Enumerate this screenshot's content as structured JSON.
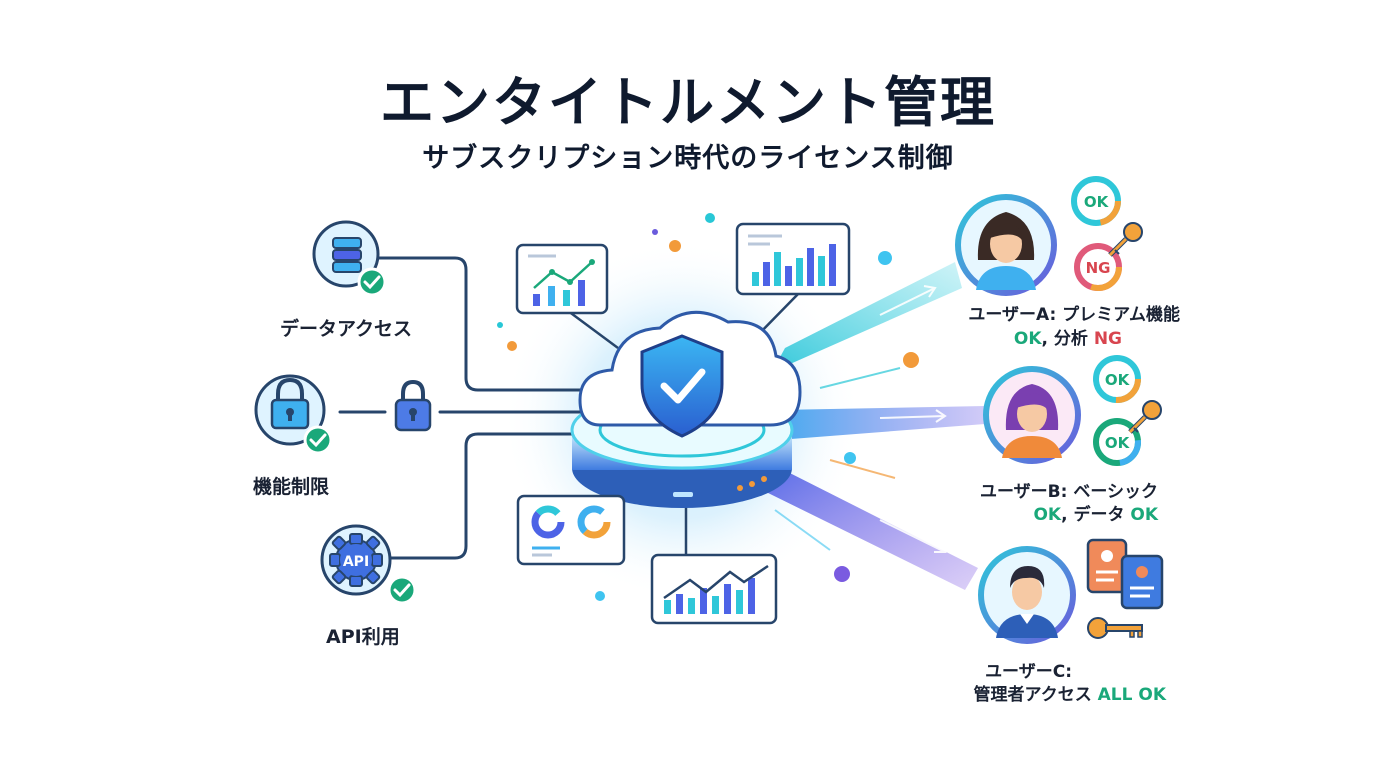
{
  "title": "エンタイトルメント管理",
  "subtitle": "サブスクリプション時代のライセンス制御",
  "left_nodes": [
    {
      "label": "データアクセス",
      "icon": "database-icon"
    },
    {
      "label": "機能制限",
      "icon": "lock-icon"
    },
    {
      "label": "API利用",
      "icon": "api-gear-icon",
      "icon_text": "API"
    }
  ],
  "users": [
    {
      "label_line1": "ユーザーA: プレミアム機能",
      "line2_ok": "OK",
      "line2_sep": ", 分析",
      "line2_status": "NG",
      "badges": [
        "OK",
        "NG"
      ]
    },
    {
      "label_line1": "ユーザーB: ベーシック",
      "line2_ok": "OK",
      "line2_sep": ", データ",
      "line2_status": "OK",
      "badges": [
        "OK",
        "OK"
      ]
    },
    {
      "label_line1": "ユーザーC:",
      "line2_prefix": "管理者アクセス",
      "line2_status": "ALL OK"
    }
  ],
  "colors": {
    "ok": "#1aa87a",
    "ng": "#d8454f",
    "accent": "#2e8fd6",
    "beam_teal": "#2fc7d9",
    "beam_purple": "#6a5bdc",
    "key": "#f2a23a"
  }
}
